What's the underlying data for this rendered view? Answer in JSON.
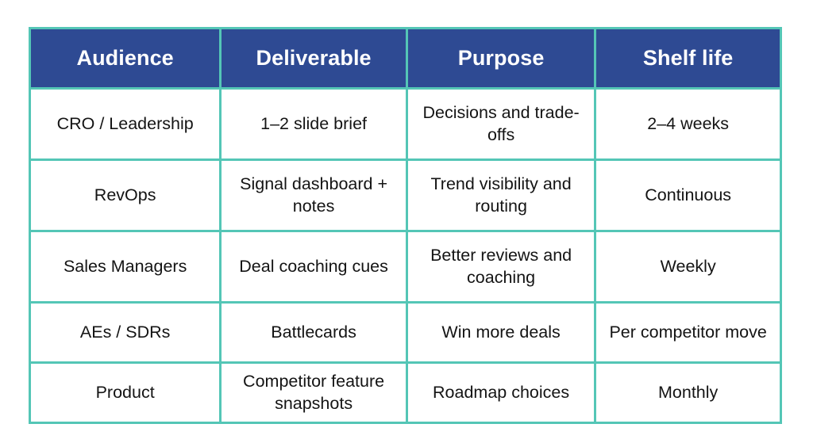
{
  "table": {
    "columns": [
      "Audience",
      "Deliverable",
      "Purpose",
      "Shelf life"
    ],
    "rows": [
      {
        "audience": "CRO / Leadership",
        "deliverable": "1–2 slide brief",
        "purpose": "Decisions and trade-offs",
        "shelf_life": "2–4 weeks"
      },
      {
        "audience": "RevOps",
        "deliverable": "Signal dashboard + notes",
        "purpose": "Trend visibility and routing",
        "shelf_life": "Continuous"
      },
      {
        "audience": "Sales Managers",
        "deliverable": "Deal coaching cues",
        "purpose": "Better reviews and coaching",
        "shelf_life": "Weekly"
      },
      {
        "audience": "AEs / SDRs",
        "deliverable": "Battlecards",
        "purpose": "Win more deals",
        "shelf_life": "Per competitor move"
      },
      {
        "audience": "Product",
        "deliverable": "Competitor feature snapshots",
        "purpose": "Roadmap choices",
        "shelf_life": "Monthly"
      }
    ]
  },
  "colors": {
    "header_background": "#2e4a93",
    "header_text": "#ffffff",
    "border": "#54c6b6",
    "cell_background": "#ffffff",
    "cell_text": "#141414",
    "page_background": "#ffffff"
  }
}
